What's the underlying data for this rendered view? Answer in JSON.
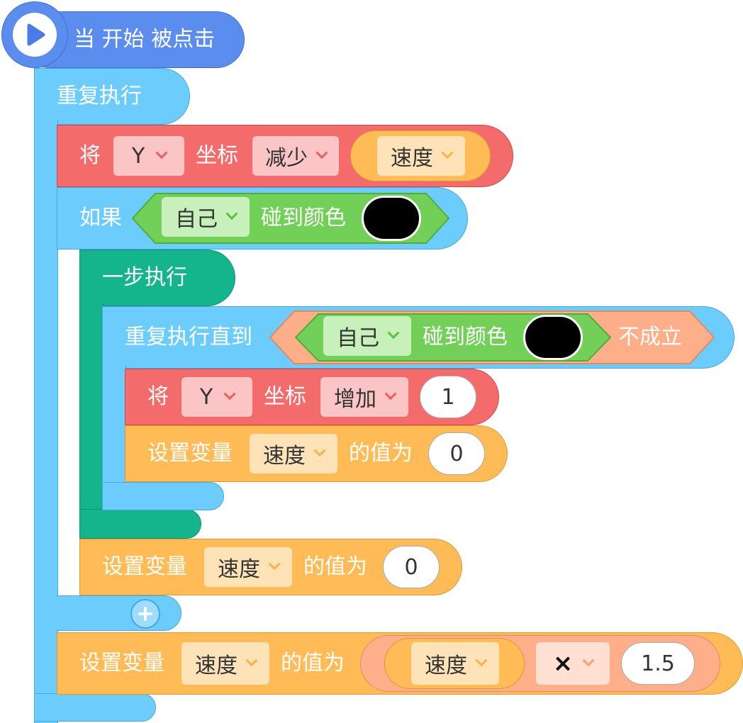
{
  "hat": {
    "label": "当 开始 被点击"
  },
  "loop": {
    "label": "重复执行"
  },
  "move_y_1": {
    "verb": "将",
    "axis": "Y",
    "coord": "坐标",
    "op": "减少",
    "value_var": "速度"
  },
  "if_block": {
    "label": "如果",
    "sprite": "自己",
    "touch": "碰到颜色",
    "color": "#000000"
  },
  "step_block": {
    "label": "一步执行"
  },
  "repeat_until": {
    "label": "重复执行直到",
    "sprite": "自己",
    "touch": "碰到颜色",
    "color": "#000000",
    "negation": "不成立"
  },
  "move_y_2": {
    "verb": "将",
    "axis": "Y",
    "coord": "坐标",
    "op": "增加",
    "value": "1"
  },
  "set_var_1": {
    "label": "设置变量",
    "var": "速度",
    "to": "的值为",
    "value": "0"
  },
  "set_var_2": {
    "label": "设置变量",
    "var": "速度",
    "to": "的值为",
    "value": "0"
  },
  "set_var_3": {
    "label": "设置变量",
    "var": "速度",
    "to": "的值为",
    "operand_var": "速度",
    "operator": "×",
    "operand_value": "1.5"
  },
  "colors": {
    "event": "#5b8def",
    "control": "#6ccdfc",
    "motion": "#f46b6b",
    "variable": "#ffbb55",
    "step": "#14b48c",
    "sensing": "#72d058",
    "operator": "#ffae8a"
  }
}
